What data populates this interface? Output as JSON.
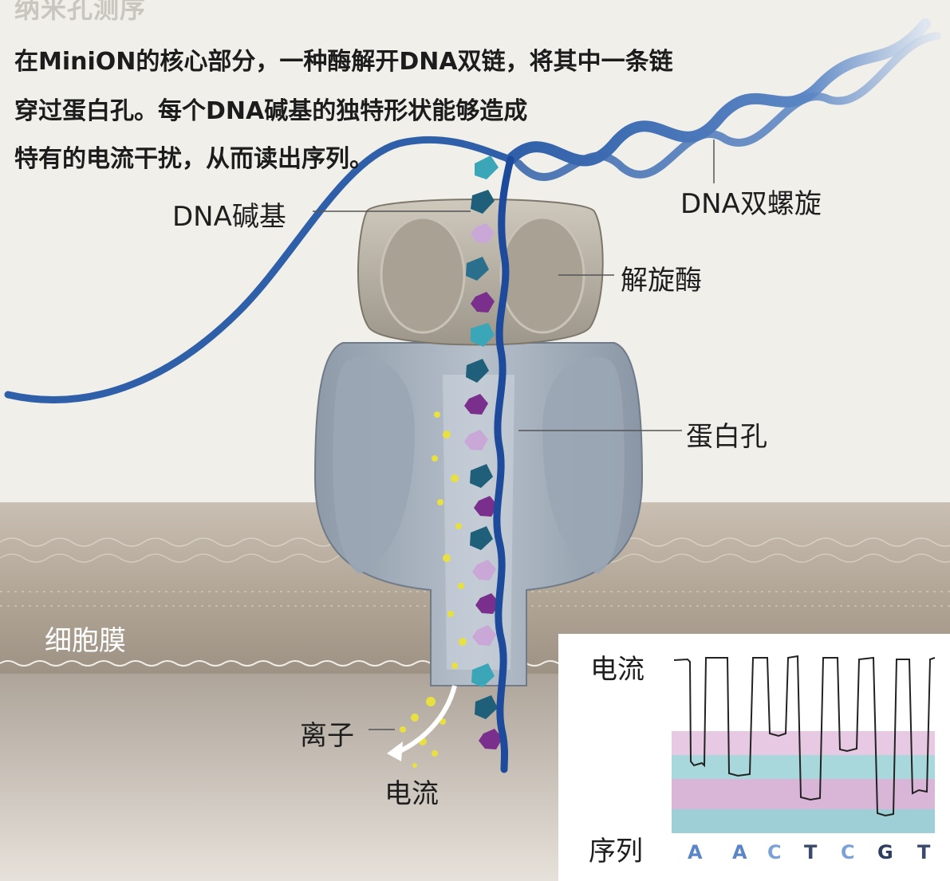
{
  "title": "纳米孔测序",
  "description": [
    "在MiniON的核心部分，一种酶解开DNA双链，将其中一条链",
    "穿过蛋白孔。每个DNA碱基的独特形状能够造成",
    "特有的电流干扰，从而读出序列。"
  ],
  "labels": {
    "dna_base": "DNA碱基",
    "dna_helix": "DNA双螺旋",
    "helicase": "解旋酶",
    "protein_pore": "蛋白孔",
    "membrane": "细胞膜",
    "ions": "离子",
    "current_bottom": "电流"
  },
  "panel": {
    "current_label": "电流",
    "sequence_label": "序列",
    "sequence": [
      {
        "base": "A",
        "color": "#5a86c8"
      },
      {
        "base": "A",
        "color": "#5a86c8"
      },
      {
        "base": "C",
        "color": "#7aa2d6"
      },
      {
        "base": "T",
        "color": "#3a4a6a"
      },
      {
        "base": "C",
        "color": "#7aa2d6"
      },
      {
        "base": "G",
        "color": "#2d3d5d"
      },
      {
        "base": "T",
        "color": "#3a4a6a"
      }
    ]
  },
  "colors": {
    "background": "#f1efea",
    "dna_strand": "#2f5fa8",
    "pore": "#a7b3c0",
    "helicase": "#bdb6a8",
    "membrane": "#b8ada0",
    "ions": "#e8e040",
    "band_pink": "#e7c9e4",
    "band_teal": "#a8d8dc",
    "band_purple": "#d9b5d8",
    "band_teal_dark": "#9fcfd6"
  }
}
